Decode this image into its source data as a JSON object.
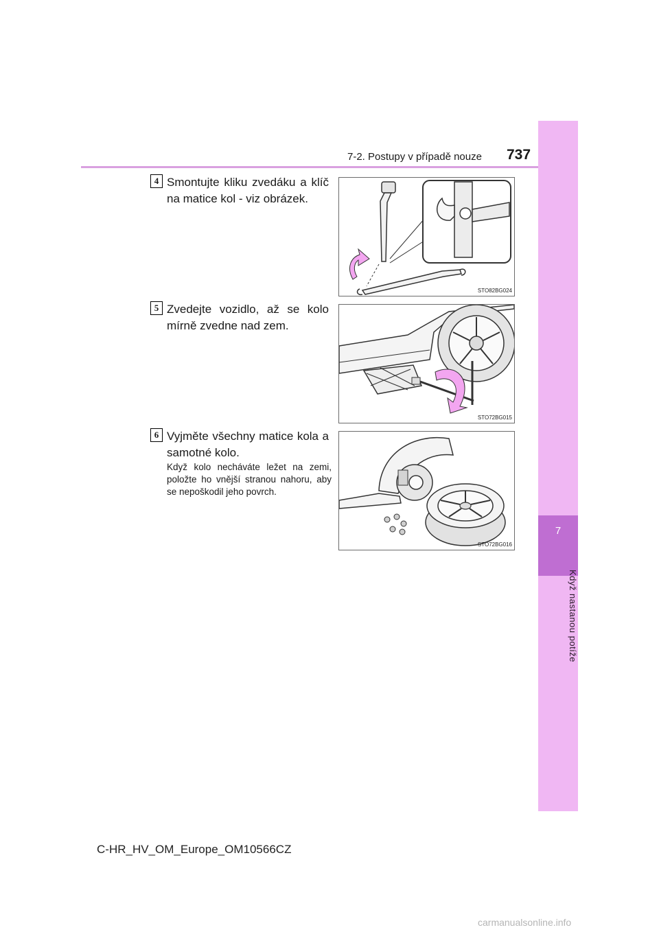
{
  "header": {
    "section_title": "7-2. Postupy v případě nouze",
    "page_number": "737"
  },
  "side_tab": {
    "chapter_number": "7",
    "chapter_title": "Když nastanou potíže"
  },
  "steps": [
    {
      "number": "4",
      "text": "Smontujte kliku zvedáku a klíč na matice kol - viz obrázek.",
      "figure_code": "STO82BG024"
    },
    {
      "number": "5",
      "text": "Zvedejte vozidlo, až se kolo mírně zvedne nad zem.",
      "figure_code": "STO72BG015"
    },
    {
      "number": "6",
      "text": "Vyjměte všechny matice kola a samotné kolo.",
      "note": "Když kolo necháváte ležet na zemi, položte ho vnější stranou nahoru, aby se nepoškodil jeho povrch.",
      "figure_code": "STO72BG016"
    }
  ],
  "footer": {
    "document_code": "C-HR_HV_OM_Europe_OM10566CZ"
  },
  "watermark": "carmanualsonline.info",
  "colors": {
    "tab_light": "#f0b7f3",
    "tab_active": "#bf6ed2",
    "header_rule": "#d9a0e0",
    "arrow_pink": "#f3a6f0"
  }
}
